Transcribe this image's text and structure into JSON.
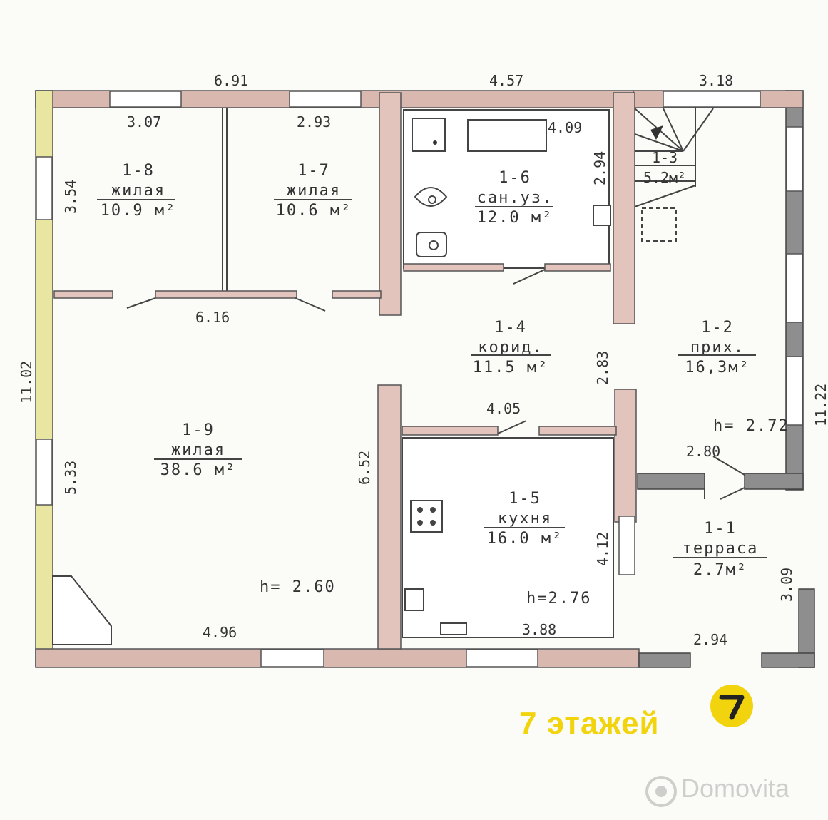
{
  "dimensions": {
    "top_left": "6.91",
    "top_mid": "4.57",
    "top_right": "3.18",
    "left_total": "11.02",
    "right_total": "11.22",
    "r18_width": "3.07",
    "r18_height": "3.54",
    "r17_width": "2.93",
    "bath_width": "4.09",
    "bath_height": "2.94",
    "mid_width": "6.16",
    "corr_height": "2.83",
    "kitchen_door": "4.05",
    "kitchen_wall": "6.52",
    "left_lower": "5.33",
    "entry_width": "2.80",
    "kitchen_height": "4.12",
    "terrace_height": "3.09",
    "bottom_left": "4.96",
    "kitchen_width": "3.88",
    "terrace_width": "2.94"
  },
  "rooms": {
    "r18": {
      "id": "1-8",
      "name": "жилая",
      "area": "10.9 м²"
    },
    "r17": {
      "id": "1-7",
      "name": "жилая",
      "area": "10.6 м²"
    },
    "r16": {
      "id": "1-6",
      "name": "сан.уз.",
      "area": "12.0 м²"
    },
    "r13": {
      "id": "1-3",
      "area": "5.2м²"
    },
    "r14": {
      "id": "1-4",
      "name": "корид.",
      "area": "11.5 м²"
    },
    "r12": {
      "id": "1-2",
      "name": "прих.",
      "area": "16,3м²"
    },
    "r19": {
      "id": "1-9",
      "name": "жилая",
      "area": "38.6 м²"
    },
    "r15": {
      "id": "1-5",
      "name": "кухня",
      "area": "16.0 м²"
    },
    "r11": {
      "id": "1-1",
      "name": "терраса",
      "area": "2.7м²"
    }
  },
  "heights": {
    "main": "h= 2.60",
    "kitchen": "h=2.76",
    "hall": "h= 2.72"
  },
  "branding": {
    "label": "7 этажей",
    "watermark": "Domovita"
  },
  "colors": {
    "brand_yellow": "#f1d40e",
    "wall_pink": "#d9b8b0",
    "wall_yellow": "#e8e6a0",
    "wall_gray": "#8e8e8e"
  }
}
